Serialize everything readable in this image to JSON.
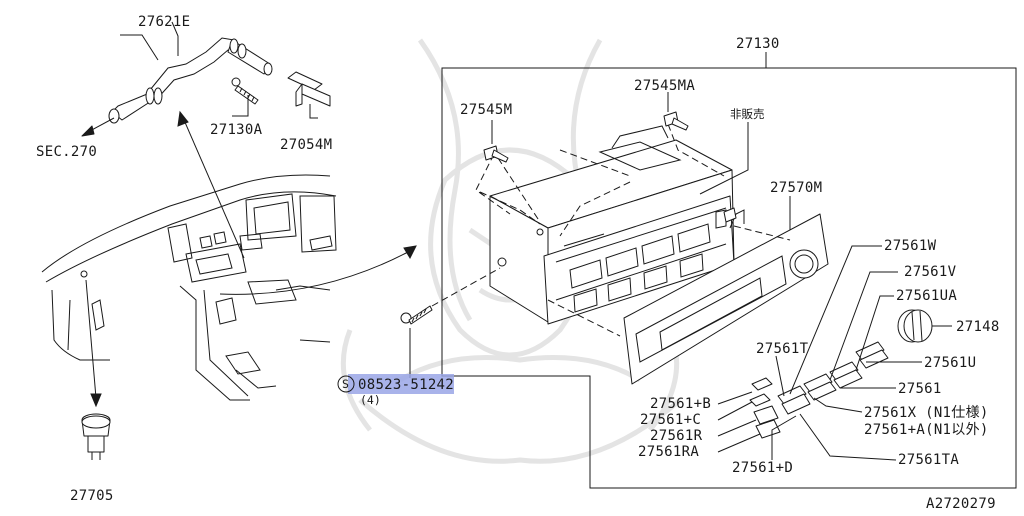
{
  "diagram": {
    "watermark": "samurai-crest",
    "highlight_color": "#9aa6e6",
    "callouts": [
      {
        "id": "27621E",
        "text": "27621E"
      },
      {
        "id": "SEC270",
        "text": "SEC.270"
      },
      {
        "id": "27130A",
        "text": "27130A"
      },
      {
        "id": "27054M",
        "text": "27054M"
      },
      {
        "id": "27705",
        "text": "27705"
      },
      {
        "id": "27130",
        "text": "27130"
      },
      {
        "id": "27545M",
        "text": "27545M"
      },
      {
        "id": "27545MA",
        "text": "27545MA"
      },
      {
        "id": "hihanbai",
        "text": "非販売"
      },
      {
        "id": "27570M",
        "text": "27570M"
      },
      {
        "id": "27561W",
        "text": "27561W"
      },
      {
        "id": "27561V",
        "text": "27561V"
      },
      {
        "id": "27561UA",
        "text": "27561UA"
      },
      {
        "id": "27148",
        "text": "27148"
      },
      {
        "id": "27561U",
        "text": "27561U"
      },
      {
        "id": "27561T",
        "text": "27561T"
      },
      {
        "id": "27561",
        "text": "27561"
      },
      {
        "id": "27561pB",
        "text": "27561+B"
      },
      {
        "id": "27561pC",
        "text": "27561+C"
      },
      {
        "id": "27561X",
        "text": "27561X (N1仕様)"
      },
      {
        "id": "27561pA",
        "text": "27561+A(N1以外)"
      },
      {
        "id": "27561R",
        "text": "27561R"
      },
      {
        "id": "27561RA",
        "text": "27561RA"
      },
      {
        "id": "27561pD",
        "text": "27561+D"
      },
      {
        "id": "27561TA",
        "text": "27561TA"
      },
      {
        "id": "bolt",
        "text": "08523-51242",
        "prefix": "S",
        "qty": "(4)"
      }
    ],
    "figure_code": "A2720279"
  }
}
